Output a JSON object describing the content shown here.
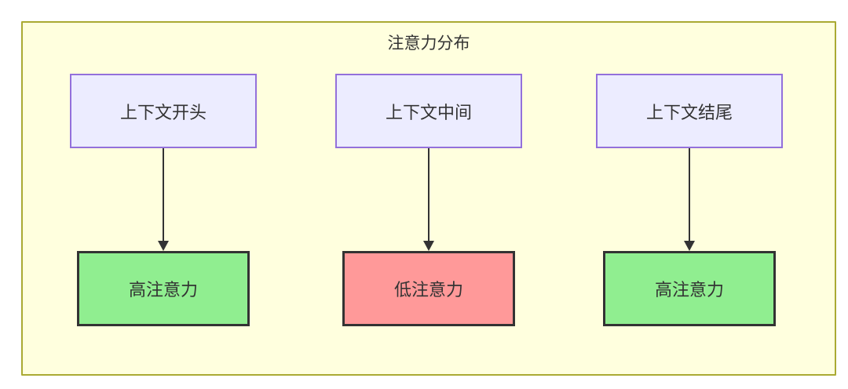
{
  "diagram": {
    "type": "flowchart",
    "title": "注意力分布",
    "container": {
      "fill": "#ffffde",
      "border_color": "#aaaa33"
    },
    "top_node_style": {
      "fill": "#ECECFF",
      "border_color": "#9370DB",
      "text_color": "#333333"
    },
    "bottom_node_style": {
      "border_color": "#333333",
      "text_color": "#333333"
    },
    "edge_color": "#333333",
    "columns": [
      {
        "top": {
          "label": "上下文开头"
        },
        "bottom": {
          "label": "高注意力",
          "fill": "#90EE90"
        }
      },
      {
        "top": {
          "label": "上下文中间"
        },
        "bottom": {
          "label": "低注意力",
          "fill": "#FF9999"
        }
      },
      {
        "top": {
          "label": "上下文结尾"
        },
        "bottom": {
          "label": "高注意力",
          "fill": "#90EE90"
        }
      }
    ]
  }
}
